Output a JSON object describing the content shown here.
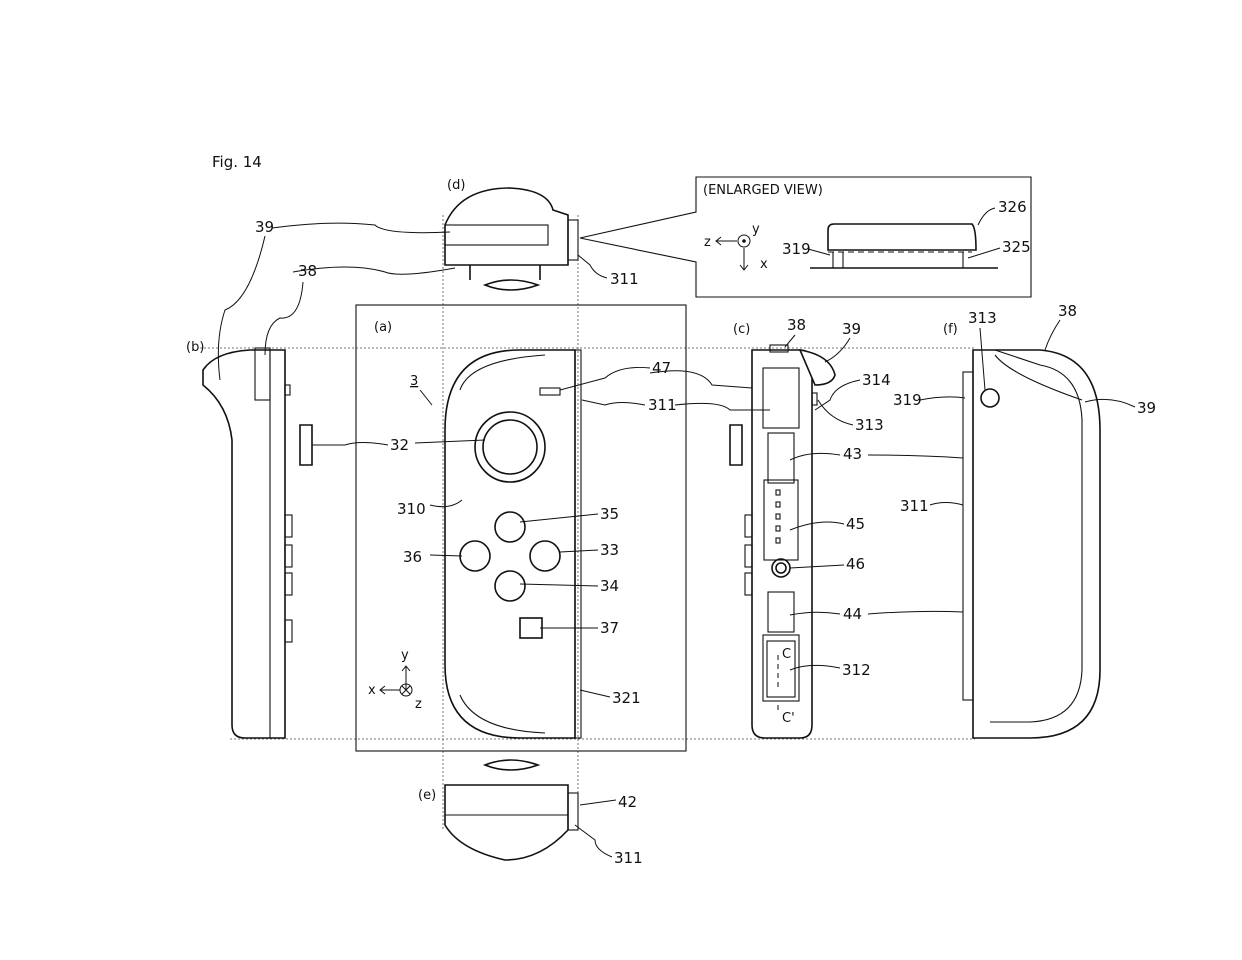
{
  "figure": {
    "title": "Fig. 14"
  },
  "views": {
    "a": "(a)",
    "b": "(b)",
    "c": "(c)",
    "d": "(d)",
    "e": "(e)",
    "f": "(f)"
  },
  "enlarged": {
    "title": "(ENLARGED VIEW)",
    "labels": {
      "l326": "326",
      "l325": "325",
      "l319": "319"
    }
  },
  "axes": {
    "x": "x",
    "y": "y",
    "z": "z"
  },
  "ref": {
    "r3": "3",
    "r39": "39",
    "r38": "38",
    "r311": "311",
    "r32": "32",
    "r47": "47",
    "r310": "310",
    "r35": "35",
    "r36": "36",
    "r33": "33",
    "r34": "34",
    "r37": "37",
    "r321": "321",
    "r314": "314",
    "r313": "313",
    "r43": "43",
    "r45": "45",
    "r46": "46",
    "r44": "44",
    "r312": "312",
    "r319": "319",
    "r42": "42",
    "rC": "C",
    "rCp": "C'"
  }
}
